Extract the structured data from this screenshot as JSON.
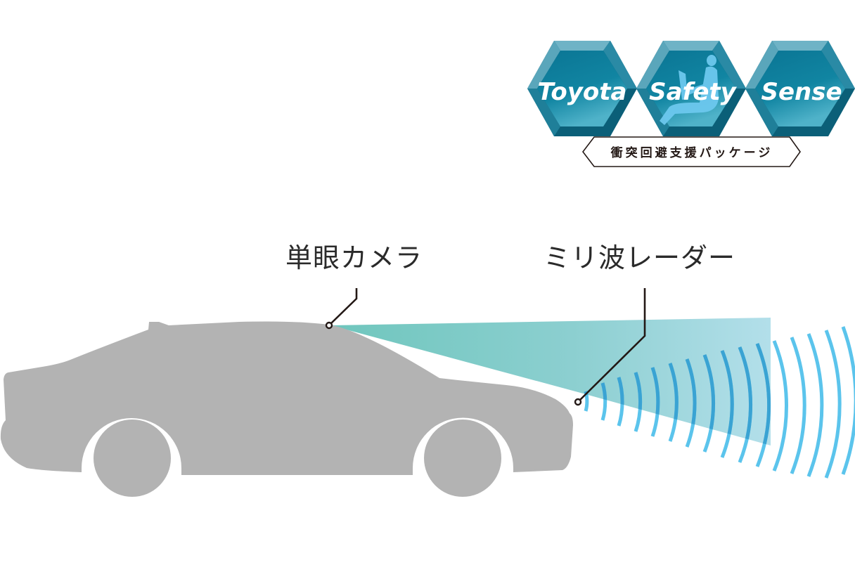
{
  "logo": {
    "words": [
      "Toyota",
      "Safety",
      "Sense"
    ],
    "subtitle": "衝突回避支援パッケージ",
    "colors": {
      "hex_main": "#0f7f9c",
      "hex_light": "#5fb3c8",
      "hex_dark": "#0b5f78",
      "figure": "#6cc8ee",
      "text": "#ffffff"
    }
  },
  "diagram": {
    "labels": {
      "camera": "単眼カメラ",
      "radar": "ミリ波レーダー"
    },
    "colors": {
      "car": "#b3b3b3",
      "camera_beam_start": "#6fc6bd",
      "camera_beam_end": "#b3dfea",
      "radar_wave": "#5bc4ec",
      "leader_line": "#231815"
    }
  }
}
